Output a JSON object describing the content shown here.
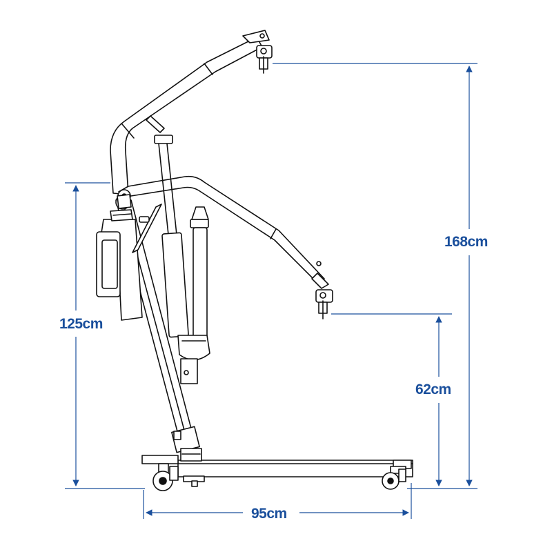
{
  "diagram": {
    "dimensions": {
      "max_height": "168cm",
      "mast_height": "125cm",
      "min_height": "62cm",
      "base_width": "95cm"
    },
    "colors": {
      "dimension_lines": "#1a4f9c",
      "line_art": "#111111",
      "background": "#ffffff"
    }
  }
}
